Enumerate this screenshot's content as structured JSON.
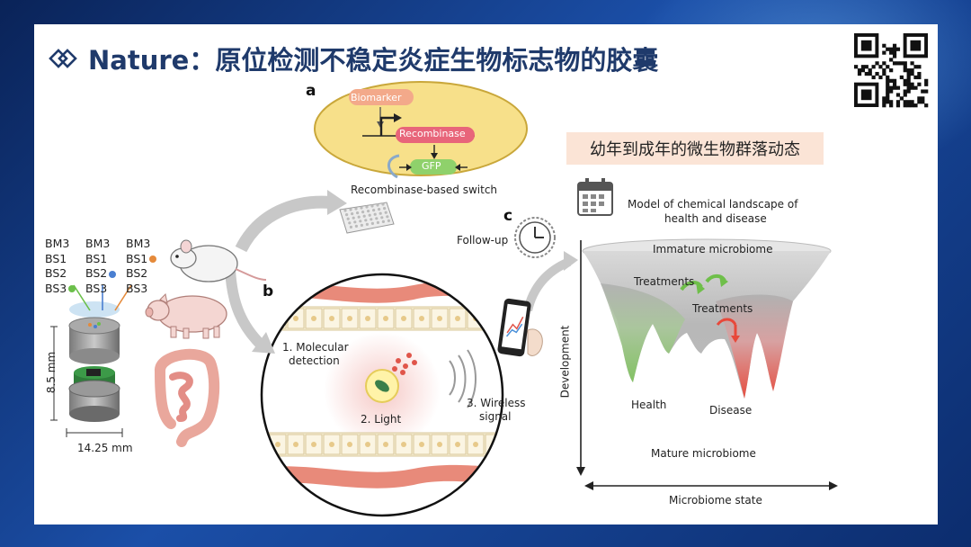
{
  "title": "Nature：原位检测不稳定炎症生物标志物的胶囊",
  "chip": "幼年到成年的微生物群落动态",
  "panel_letters": {
    "a": "a",
    "b": "b",
    "c": "c"
  },
  "panel_a": {
    "biomarker": "Biomarker",
    "recombinase": "Recombinase",
    "gfp": "GFP",
    "caption": "Recombinase-based switch"
  },
  "capsule": {
    "col1": [
      "BM3",
      "BS1",
      "BS2",
      "BS3"
    ],
    "col2": [
      "BM3",
      "BS1",
      "BS2",
      "BS3"
    ],
    "col3": [
      "BM3",
      "BS1",
      "BS2",
      "BS3"
    ],
    "height": "8.5 mm",
    "width": "14.25 mm"
  },
  "panel_b": {
    "step1_line1": "1. Molecular",
    "step1_line2": "detection",
    "step2": "2. Light",
    "step3_line1": "3. Wireless",
    "step3_line2": "signal"
  },
  "panel_c": {
    "follow_up": "Follow-up",
    "model_line1": "Model of chemical landscape of",
    "model_line2": "health and disease",
    "immature": "Immature microbiome",
    "treatments1": "Treatments",
    "treatments2": "Treatments",
    "health": "Health",
    "disease": "Disease",
    "mature": "Mature microbiome",
    "y_axis": "Development",
    "x_axis": "Microbiome state"
  },
  "colors": {
    "title": "#1f3a6b",
    "chip_bg": "#fbe4d6",
    "gut_wall": "#e88a7a",
    "health_green": "#7dc35a",
    "disease_red": "#e8483a",
    "recombinase_pink": "#e8657a",
    "gfp_green": "#8fd16b",
    "switch_yellow": "#f7e08a"
  },
  "icons": [
    "diamond-logo-icon",
    "qr-code-icon",
    "calendar-icon",
    "clock-icon",
    "smartphone-icon",
    "mouse-icon",
    "pig-icon",
    "intestine-icon",
    "capsule-icon",
    "well-plate-icon"
  ]
}
